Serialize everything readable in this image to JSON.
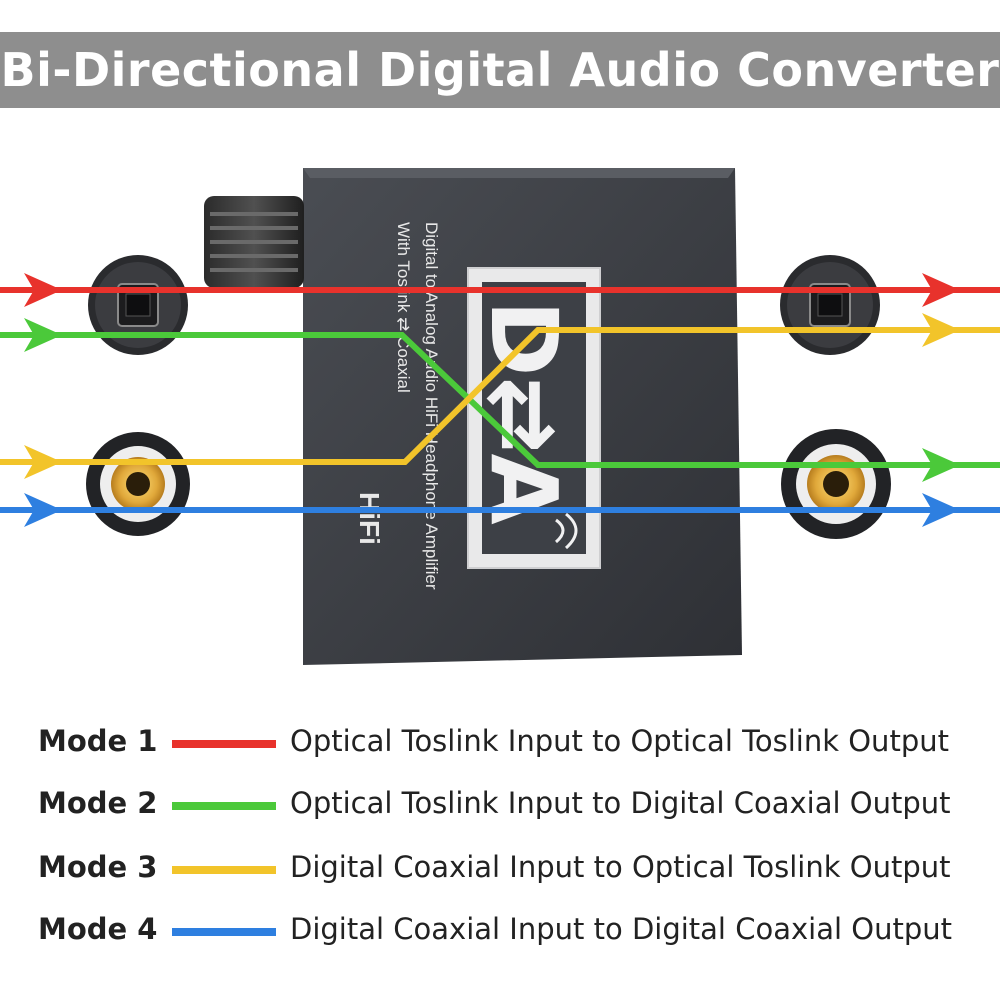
{
  "title": "Bi-Directional Digital Audio Converter",
  "device": {
    "vertical_text_line1": "Digital to Analog Audio HiFi Headphone Amplifier",
    "vertical_text_line2": "With Toslink ⇄ Coaxial",
    "logo_text": "D⇄A",
    "hifi_text": "HiFi"
  },
  "colors": {
    "mode1": "#e8322c",
    "mode2": "#4bc93a",
    "mode3": "#f2c42a",
    "mode4": "#2e7fe0",
    "banner": "#8e8e8e",
    "device_body": "#3d4046"
  },
  "modes": [
    {
      "label": "Mode 1",
      "description": "Optical Toslink Input to Optical Toslink Output",
      "color": "#e8322c"
    },
    {
      "label": "Mode 2",
      "description": "Optical Toslink Input to Digital Coaxial Output",
      "color": "#4bc93a"
    },
    {
      "label": "Mode 3",
      "description": "Digital Coaxial Input to Optical Toslink Output",
      "color": "#f2c42a"
    },
    {
      "label": "Mode 4",
      "description": "Digital Coaxial Input to Digital Coaxial Output",
      "color": "#2e7fe0"
    }
  ]
}
